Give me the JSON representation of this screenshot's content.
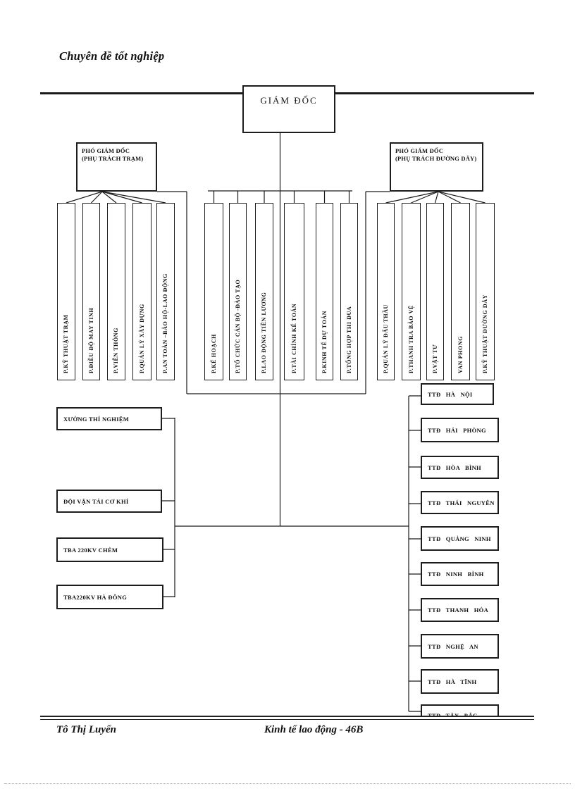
{
  "page": {
    "header": "Chuyên đề tốt nghiệp",
    "footer_left": "Tô Thị Luyến",
    "footer_right": "Kinh tế lao động - 46B"
  },
  "org": {
    "director": "GIÁM ĐỐC",
    "deputy_left": {
      "title": "PHÓ GIÁM ĐỐC",
      "subtitle": "(PHỤ TRÁCH TRẠM)"
    },
    "deputy_right": {
      "title": "PHÓ GIÁM ĐỐC",
      "subtitle": "(PHỤ TRÁCH ĐƯỜNG DÂY)"
    },
    "left_departments": [
      "P.KỸ THUẬT TRẠM",
      "P.ĐIỀU ĐỘ MAY TINH",
      "P.VIỄN THÔNG",
      "P.QUẢN LÝ XÂY DỰNG",
      "P.AN TOÀN –BẢO HỘ-LAO ĐỘNG"
    ],
    "central_departments": [
      "P.KẾ HOẠCH",
      "P.TỔ CHỨC CÁN BỘ -ĐÀO TẠO",
      "P.LAO ĐỘNG TIỀN LƯƠNG",
      "P.TÀI CHÍNH KẾ TOÁN",
      "P.KINH TẾ DỰ TOÁN",
      "P.TỔNG HỢP THI ĐUA"
    ],
    "right_departments": [
      "P.QUẢN LÝ ĐẤU THẦU",
      "P.THANH TRA BẢO VỆ",
      "P.VẬT TƯ",
      "VAN PHONG",
      "P.KỸ THUẬT ĐƯỜNG DÂY"
    ],
    "left_units": [
      "XƯỞNG THÍ NGHIỆM",
      "ĐỘI VẬN TẢI CƠ KHÍ",
      "TBA 220KV CHÈM",
      "TBA220KV HÀ ĐÔNG"
    ],
    "transmission_units": [
      "TTĐ HÀ NỘI",
      "TTĐ HẢI PHÒNG",
      "TTĐ HÒA BÌNH",
      "TTĐ THÁI NGUYÊN",
      "TTĐ QUẢNG NINH",
      "TTĐ NINH BÌNH",
      "TTĐ THANH HÓA",
      "TTĐ NGHỆ AN",
      "TTĐ HÀ TĨNH",
      "TTĐ TÂY BẮC"
    ],
    "colors": {
      "line": "#1a1a1a",
      "text": "#111111",
      "background": "#ffffff"
    }
  }
}
